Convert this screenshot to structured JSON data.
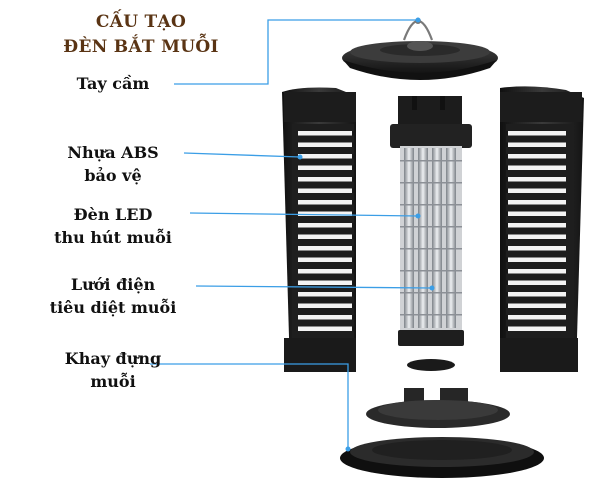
{
  "title": {
    "line1": "CẤU TẠO",
    "line2": "ĐÈN BẮT MUỖI"
  },
  "labels": [
    {
      "id": "tay-cam",
      "line1": "Tay cầm",
      "line2": ""
    },
    {
      "id": "nhua-abs",
      "line1": "Nhựa ABS",
      "line2": "bảo vệ"
    },
    {
      "id": "den-led",
      "line1": "Đèn LED",
      "line2": "thu hút muỗi"
    },
    {
      "id": "luoi-dien",
      "line1": "Lưới điện",
      "line2": "tiêu diệt muỗi"
    },
    {
      "id": "khay-dung",
      "line1": "Khay đựng",
      "line2": "muỗi"
    }
  ],
  "colors": {
    "title": "#5a3414",
    "leader": "#3b9ee6",
    "product": "#1e1e1e",
    "tube": "#b8bcc2"
  }
}
